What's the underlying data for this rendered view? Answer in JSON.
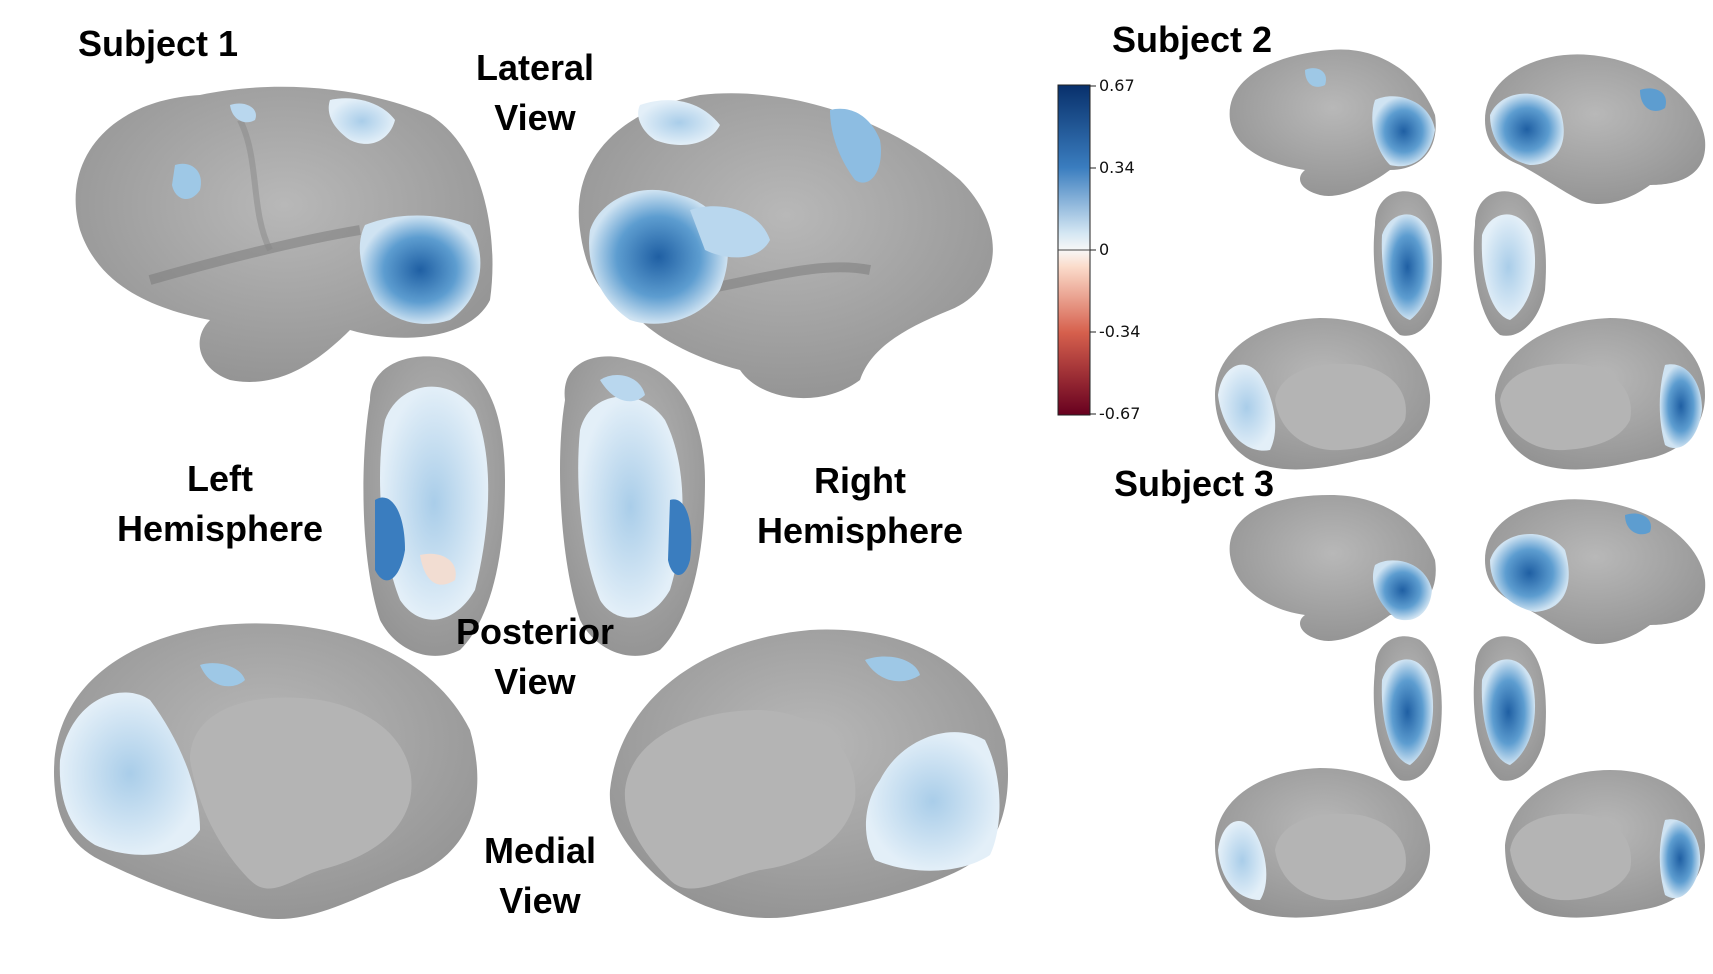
{
  "subjects": {
    "s1": "Subject 1",
    "s2": "Subject 2",
    "s3": "Subject 3"
  },
  "views": {
    "lateral": "Lateral\nView",
    "posterior": "Posterior\nView",
    "medial": "Medial\nView"
  },
  "hemispheres": {
    "left": "Left\nHemisphere",
    "right": "Right\nHemisphere"
  },
  "colorbar": {
    "ticks": [
      "0.67",
      "0.34",
      "0",
      "-0.34",
      "-0.67"
    ],
    "colors": [
      "#08306b",
      "#2f6db3",
      "#9ec8e6",
      "#f7f7f7",
      "#f4a582",
      "#d6604d",
      "#67001f"
    ]
  },
  "colors": {
    "surface": "#a9a9a9",
    "sulcus": "#8a8a8a",
    "medial_wall": "#b4b4b4",
    "activation_light": "#cfe3f2",
    "activation_mid": "#7fb2d9",
    "activation_dark": "#2a66a8"
  }
}
